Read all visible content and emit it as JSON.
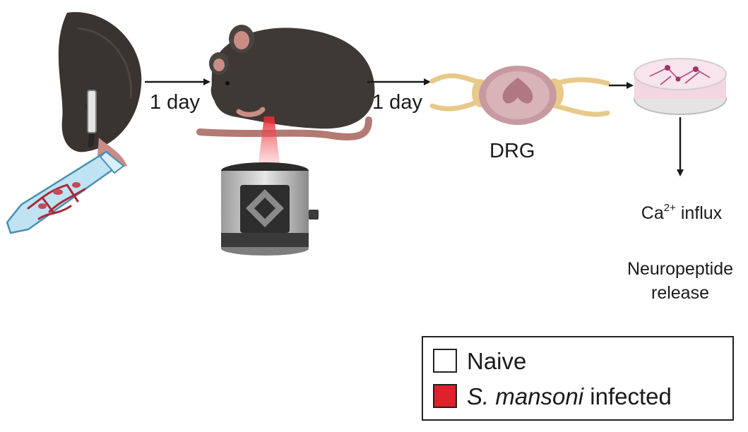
{
  "steps": {
    "arrow1_label": "1 day",
    "arrow2_label": "1 day",
    "drg_label": "DRG"
  },
  "outcomes": {
    "ca_base": "Ca",
    "ca_superscript": "2+",
    "ca_suffix": " influx",
    "neuropeptide_line1": "Neuropeptide",
    "neuropeptide_line2": "release"
  },
  "legend": {
    "items": [
      {
        "label": "Naive",
        "color": "#ffffff"
      },
      {
        "label_italic": "S. mansoni",
        "label_rest": " infected",
        "color": "#e0202b"
      }
    ]
  },
  "colors": {
    "mouse": "#3f3936",
    "mouse_pink": "#c98d86",
    "laser": "#e8252e",
    "nerve": "#e7c98a",
    "spinal": "#c79aa0",
    "dish": "#f3d6e2"
  },
  "icons": [
    "mouse-inoculation-icon",
    "syringe-tube-icon",
    "mouse-icon",
    "laser-icon",
    "laser-device-icon",
    "drg-spinal-cord-icon",
    "petri-dish-icon"
  ]
}
